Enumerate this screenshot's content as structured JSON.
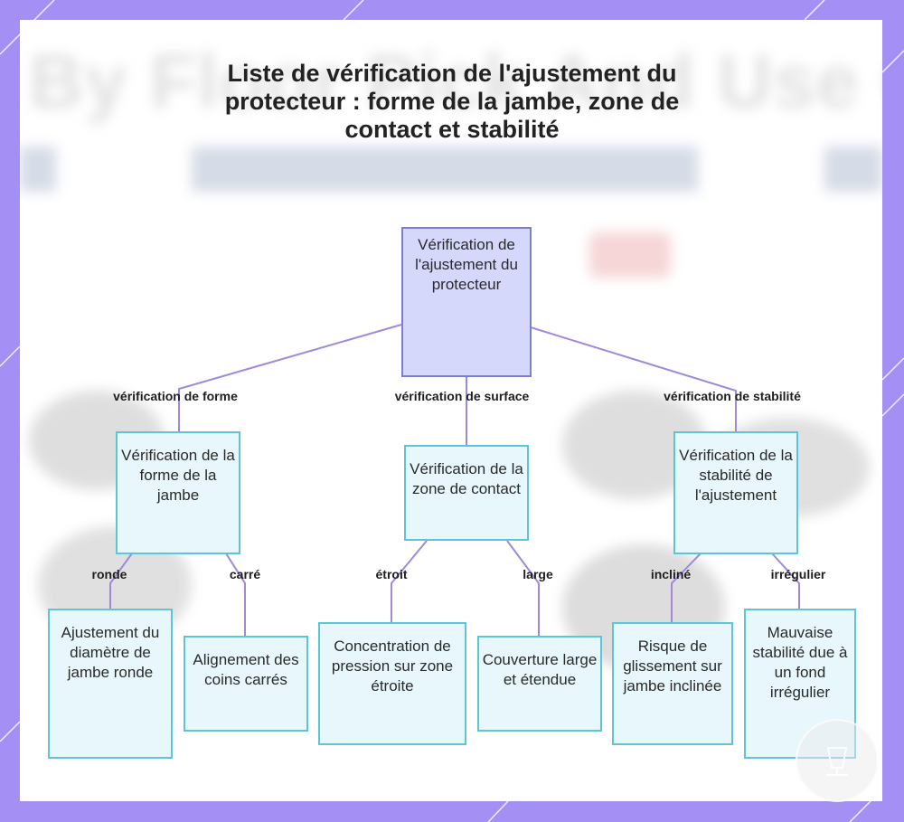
{
  "title": "Liste de vérification de l'ajustement du protecteur : forme de la jambe, zone de contact et stabilité",
  "background_text": "By Floor Pick And Use Ca",
  "colors": {
    "frame": "#a48ff5",
    "root_fill": "#d6d8fb",
    "root_border": "#7a7fcf",
    "node_fill": "#e7f7fc",
    "node_border": "#5ec4d9",
    "edge": "#a08ad8"
  },
  "nodes": {
    "root": "Vérification de l'ajustement du protecteur",
    "shape": "Vérification de la forme de la jambe",
    "surface": "Vérification de la zone de contact",
    "stability": "Vérification de la stabilité de l'ajustement",
    "round": "Ajustement du diamètre de jambe ronde",
    "square": "Alignement des coins carrés",
    "narrow": "Concentration de pression sur zone étroite",
    "wide": "Couverture large et étendue",
    "inclined": "Risque de glissement sur jambe inclinée",
    "irregular": "Mauvaise stabilité due à un fond irrégulier"
  },
  "edges": {
    "shape": "vérification de forme",
    "surface": "vérification de surface",
    "stability": "vérification de stabilité",
    "round": "ronde",
    "square": "carré",
    "narrow": "étroit",
    "wide": "large",
    "inclined": "incliné",
    "irregular": "irrégulier"
  },
  "icons": [
    "watermark-logo-icon"
  ]
}
